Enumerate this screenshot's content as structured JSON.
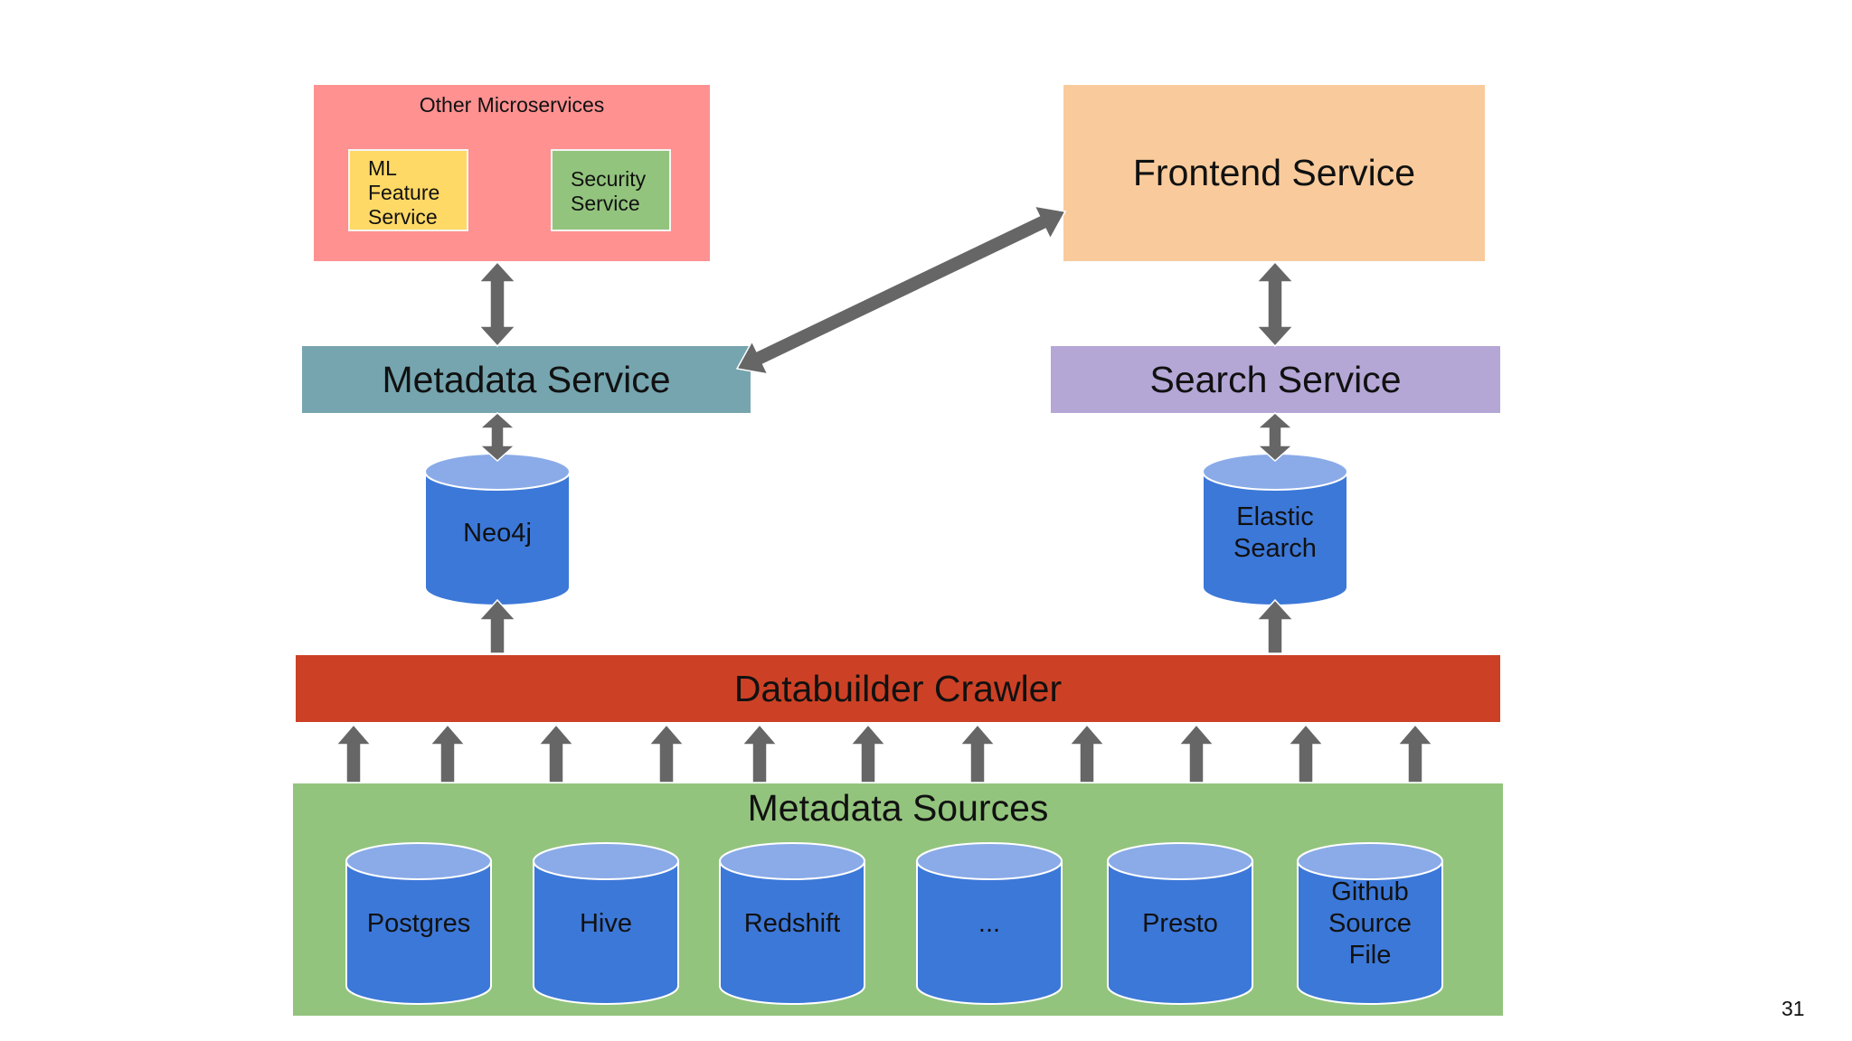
{
  "other_microservices": {
    "title": "Other Microservices",
    "ml_feature_service": [
      "ML",
      "Feature",
      "Service"
    ],
    "security_service": [
      "Security",
      "Service"
    ]
  },
  "frontend_service": "Frontend Service",
  "metadata_service": "Metadata Service",
  "search_service": "Search Service",
  "neo4j": "Neo4j",
  "elastic_search": [
    "Elastic",
    "Search"
  ],
  "databuilder_crawler": "Databuilder Crawler",
  "metadata_sources": {
    "title": "Metadata Sources",
    "postgres": "Postgres",
    "hive": "Hive",
    "redshift": "Redshift",
    "ellipsis": "...",
    "presto": "Presto",
    "github_source_file": [
      "Github",
      "Source",
      "File"
    ]
  },
  "page_number": "31",
  "colors": {
    "other_microservices": "#ff9191",
    "ml_feature_service": "#ffd966",
    "security_service": "#93c47d",
    "frontend_service": "#f9cb9c",
    "metadata_service": "#76a5af",
    "search_service": "#b4a7d6",
    "databuilder_crawler": "#cc4125",
    "metadata_sources": "#93c47d",
    "database_body": "#3c78d8",
    "database_top": "#8aabe8",
    "arrow": "#666666"
  },
  "icons": {
    "database": "database-cylinder-icon",
    "arrow": "arrow-icon"
  }
}
